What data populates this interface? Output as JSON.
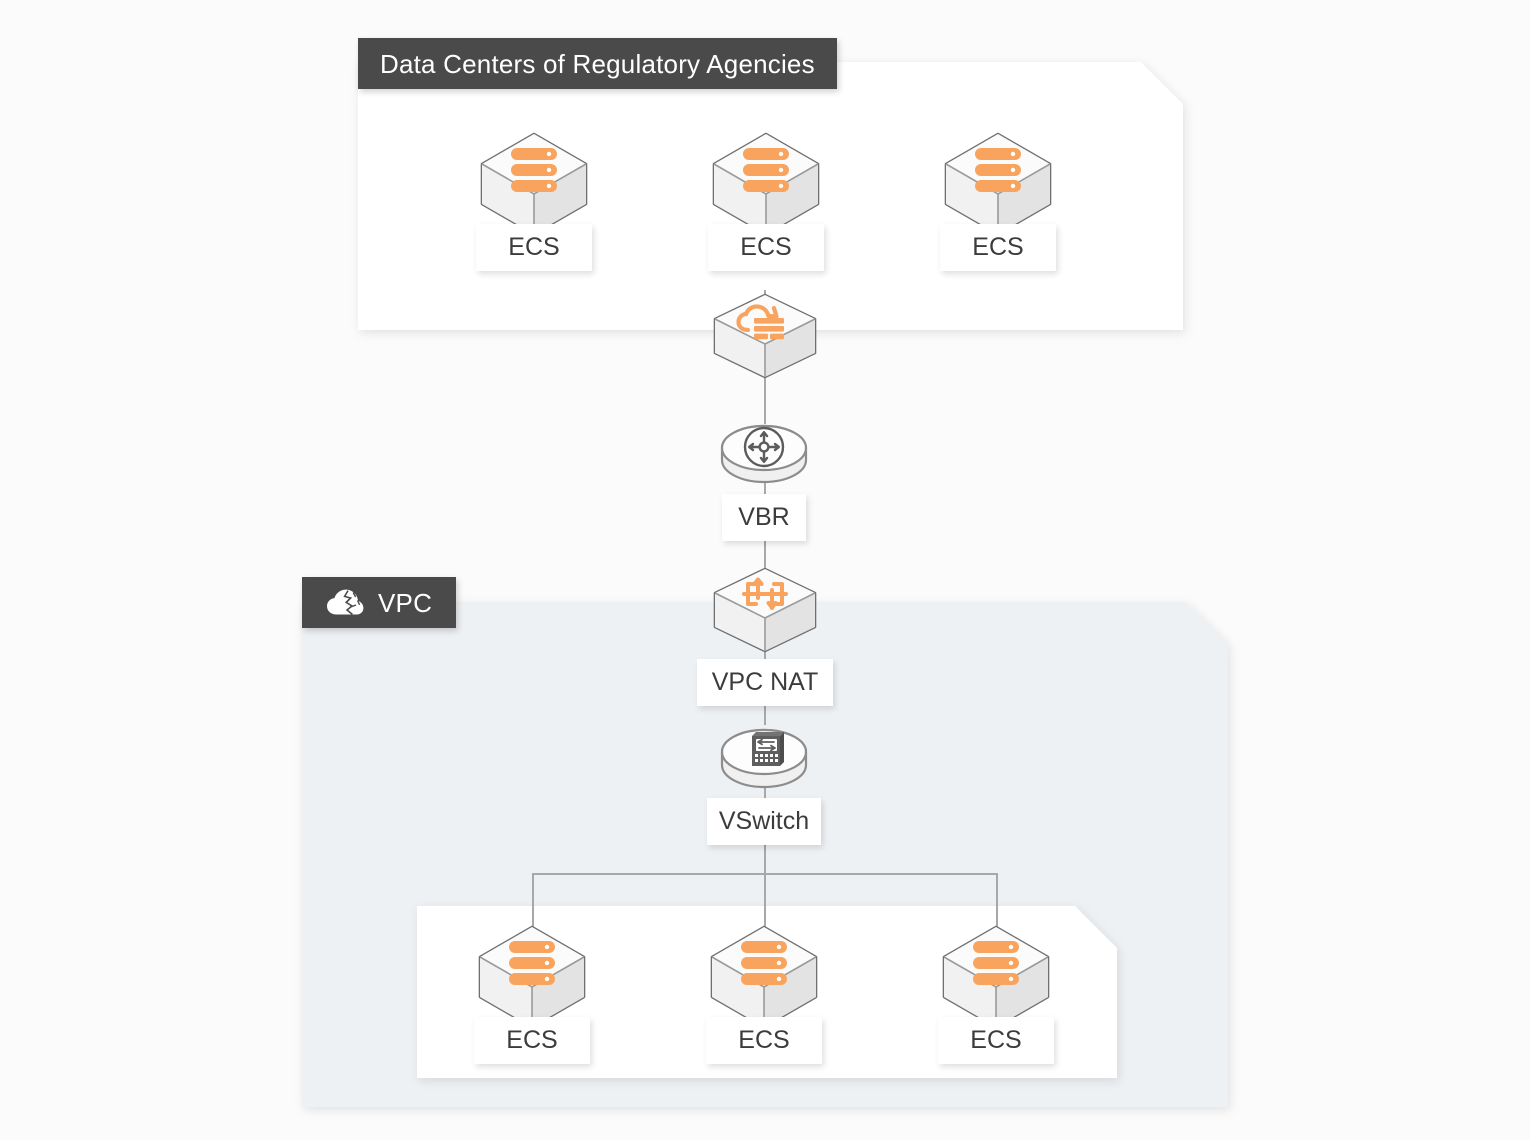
{
  "diagram": {
    "title": "Data Centers of Regulatory Agencies",
    "background_color": "#fbfbfb",
    "accent_color": "#f5a15c",
    "badge_color": "#4a4a4a",
    "vpc_fill_color": "#eef1f4",
    "line_color": "#a8a8a8"
  },
  "regions": [
    {
      "id": "data-centers",
      "badge_label": "Data Centers of Regulatory Agencies",
      "badge_icon": ""
    },
    {
      "id": "vpc",
      "badge_label": "VPC",
      "badge_icon": "cloud-icon"
    }
  ],
  "nodes": {
    "dc_ecs": [
      {
        "label": "ECS",
        "icon": "server-cube-icon"
      },
      {
        "label": "ECS",
        "icon": "server-cube-icon"
      },
      {
        "label": "ECS",
        "icon": "server-cube-icon"
      }
    ],
    "express_connect": {
      "label": "",
      "icon": "cloud-sync-cube-icon"
    },
    "vbr": {
      "label": "VBR",
      "icon": "router-cylinder-icon"
    },
    "vpc_nat": {
      "label": "VPC NAT",
      "icon": "nat-gateway-cube-icon"
    },
    "vswitch": {
      "label": "VSwitch",
      "icon": "switch-cylinder-icon"
    },
    "vpc_ecs": [
      {
        "label": "ECS",
        "icon": "server-cube-icon"
      },
      {
        "label": "ECS",
        "icon": "server-cube-icon"
      },
      {
        "label": "ECS",
        "icon": "server-cube-icon"
      }
    ]
  }
}
